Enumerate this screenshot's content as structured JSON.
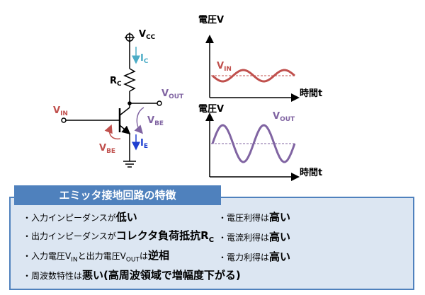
{
  "circuit": {
    "vcc": "V",
    "vcc_sub": "CC",
    "ic": "I",
    "ic_sub": "C",
    "rc": "R",
    "rc_sub": "C",
    "vout": "V",
    "vout_sub": "OUT",
    "vin": "V",
    "vin_sub": "IN",
    "vbe_right": "V",
    "vbe_right_sub": "BE",
    "vbe_left": "V",
    "vbe_left_sub": "BE",
    "ie": "I",
    "ie_sub": "E",
    "colors": {
      "red": "#c0504d",
      "purple": "#8064a2",
      "teal": "#4bacc6",
      "blue": "#1f3fd0"
    }
  },
  "graph_top": {
    "ylabel": "電圧V",
    "xlabel": "時間t",
    "signal_label": "V",
    "signal_sub": "IN"
  },
  "graph_bottom": {
    "ylabel": "電圧V",
    "xlabel": "時間t",
    "signal_label": "V",
    "signal_sub": "OUT"
  },
  "panel": {
    "title": "エミッタ接地回路の特徴",
    "left": [
      {
        "bullet": "・",
        "pre": "入力インピーダンスが",
        "strong": "低い"
      },
      {
        "bullet": "・",
        "pre": "出力インピーダンスが",
        "strong": "コレクタ負荷抵抗R",
        "strong_sub": "C"
      },
      {
        "bullet": "・",
        "pre1": "入力電圧V",
        "sub1": "IN",
        "pre2": "と出力電圧V",
        "sub2": "OUT",
        "pre3": "は",
        "strong": "逆相"
      },
      {
        "bullet": "・",
        "pre": "周波数特性は",
        "strong": "悪い(高周波領域で増幅度下がる)"
      }
    ],
    "right": [
      {
        "bullet": "・",
        "pre": "電圧利得は",
        "strong": "高い"
      },
      {
        "bullet": "・",
        "pre": "電流利得は",
        "strong": "高い"
      },
      {
        "bullet": "・",
        "pre": "電力利得は",
        "strong": "高い"
      }
    ]
  }
}
